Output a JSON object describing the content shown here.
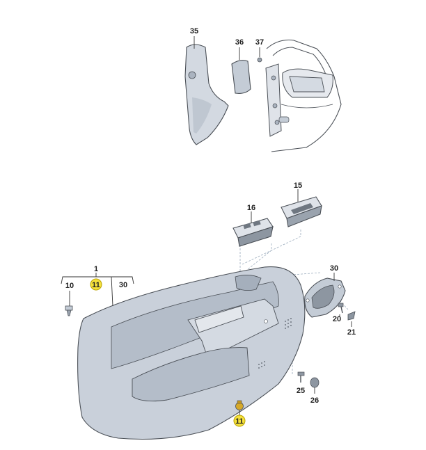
{
  "diagram": {
    "callouts": {
      "c35": "35",
      "c36": "36",
      "c37": "37",
      "c15": "15",
      "c16": "16",
      "c1": "1",
      "c10": "10",
      "c11_top": "11",
      "c30_bracket": "30",
      "c30": "30",
      "c20": "20",
      "c21": "21",
      "c25": "25",
      "c26": "26",
      "c11_bottom": "11"
    },
    "colors": {
      "panel_fill": "#c9d0da",
      "panel_shadow": "#aab3bf",
      "part_fill": "#d8dde4",
      "highlight": "#f5e13c",
      "line": "#333333"
    }
  }
}
